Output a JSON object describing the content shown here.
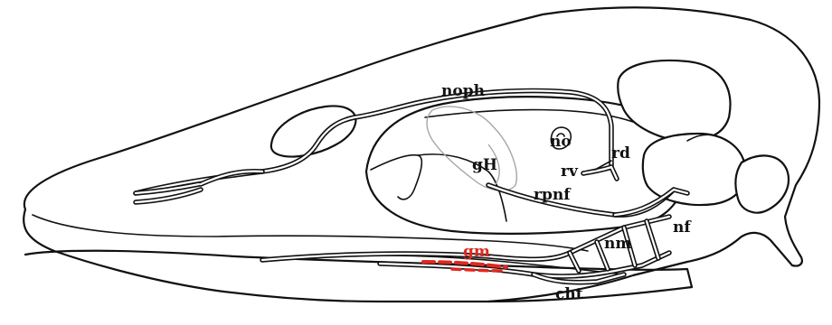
{
  "diagram": {
    "labels": {
      "noph": "noph",
      "no": "no",
      "rd": "rd",
      "gH": "gH",
      "rv": "rv",
      "rpnf": "rpnf",
      "nf": "nf",
      "nm": "nm",
      "gm": "gm",
      "cht": "cht"
    },
    "colors": {
      "line": "#111111",
      "gland_outline": "#a6a6a6",
      "highlight_label": "#e0281e"
    }
  }
}
